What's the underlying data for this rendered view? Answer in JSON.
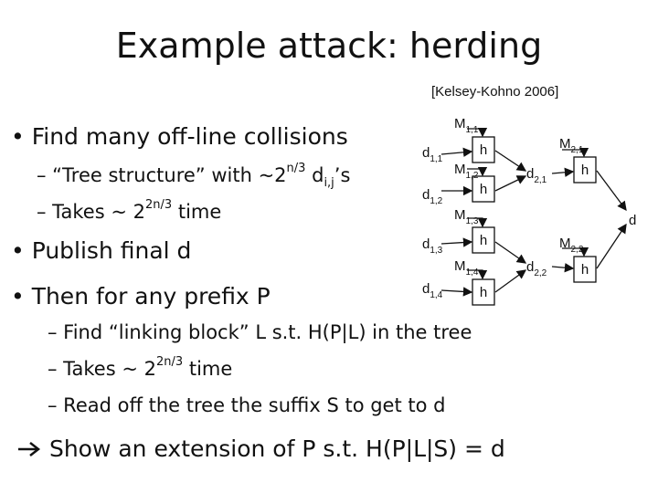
{
  "slide": {
    "title": "Example attack: herding",
    "citation": "[Kelsey-Kohno 2006]",
    "b1": "• Find many off-line collisions",
    "b1a_pre": "– “Tree structure” with ~2",
    "b1a_sup": "n/3",
    "b1a_mid": " d",
    "b1a_sub": "i,j",
    "b1a_post": "’s",
    "b1b_pre": "– Takes ~ 2",
    "b1b_sup": "2n/3",
    "b1b_post": " time",
    "b2": "• Publish final d",
    "b3": "• Then for any prefix P",
    "b3a": "– Find “linking block” L s.t. H(P|L) in the tree",
    "b3b_pre": "– Takes ~ 2",
    "b3b_sup": "2n/3",
    "b3b_post": " time",
    "b3c": "– Read off the tree the suffix S to get to d",
    "conclusion": " Show an extension of P s.t. H(P|L|S) = d"
  },
  "diagram": {
    "h": "h",
    "d": "d",
    "d11": {
      "base": "d",
      "sub": "1,1"
    },
    "d12": {
      "base": "d",
      "sub": "1,2"
    },
    "d13": {
      "base": "d",
      "sub": "1,3"
    },
    "d14": {
      "base": "d",
      "sub": "1,4"
    },
    "d21": {
      "base": "d",
      "sub": "2,1"
    },
    "d22": {
      "base": "d",
      "sub": "2,2"
    },
    "M11": {
      "base": "M",
      "sub": "1,1"
    },
    "M12": {
      "base": "M",
      "sub": "1,2"
    },
    "M13": {
      "base": "M",
      "sub": "1,3"
    },
    "M14": {
      "base": "M",
      "sub": "1,4"
    },
    "M21": {
      "base": "M",
      "sub": "2,1"
    },
    "M22": {
      "base": "M",
      "sub": "2,2"
    }
  }
}
